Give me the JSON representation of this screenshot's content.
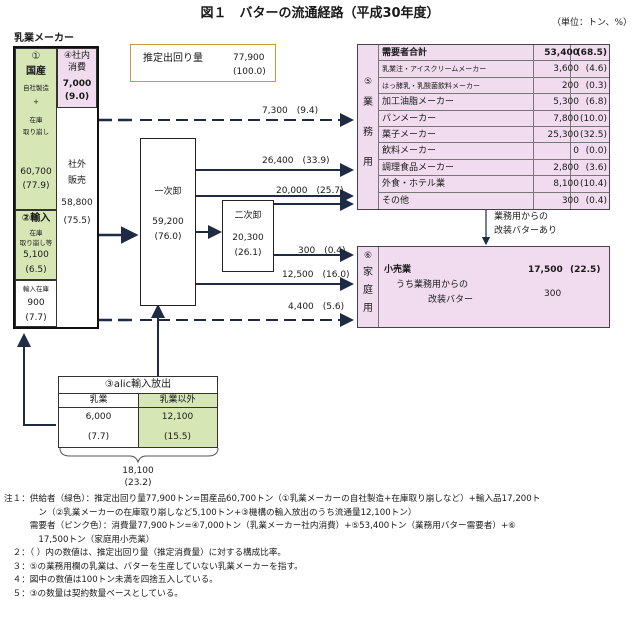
{
  "title": "図１　バターの流通経路（平成30年度）",
  "unit": "（単位：トン、%）",
  "dairy_maker_label": "乳業メーカー",
  "domestic": {
    "num": "①",
    "name": "国産",
    "sub1": "自社製造",
    "plus": "+",
    "sub2": "在庫",
    "sub3": "取り崩し",
    "value": "60,700",
    "pct": "(77.9)"
  },
  "imported": {
    "num": "②輸入",
    "sub1": "在庫",
    "sub2": "取り崩し等",
    "value": "5,100",
    "pct": "(6.5)"
  },
  "import_stock": {
    "label1": "輸入在庫",
    "value": "900",
    "pct": "(7.7)"
  },
  "in_house": {
    "num": "④社内",
    "label": "消費",
    "value": "7,000",
    "pct": "(9.0)"
  },
  "outside_sales": {
    "l1": "社外",
    "l2": "販売",
    "value": "58,800",
    "pct": "(75.5)"
  },
  "estimated": {
    "label": "推定出回り量",
    "value": "77,900",
    "pct": "(100.0)"
  },
  "primary": {
    "label": "一次卸",
    "value": "59,200",
    "pct": "(76.0)"
  },
  "secondary": {
    "label": "二次卸",
    "value": "20,300",
    "pct": "(26.1)"
  },
  "flows": {
    "f1": "7,300　(9.4)",
    "f2": "26,400　(33.9)",
    "f3": "20,000　(25.7)",
    "f4": "300　(0.4)",
    "f5": "12,500　(16.0)",
    "f6": "4,400　(5.6)"
  },
  "business": {
    "num": "⑤",
    "vlabel": [
      "業",
      "務",
      "用"
    ],
    "rows": [
      {
        "name": "需要者合計",
        "value": "53,400",
        "pct": "(68.5)",
        "bold": true
      },
      {
        "name": "乳業注・アイスクリームメーカー",
        "value": "3,600",
        "pct": "(4.6)"
      },
      {
        "name": "はっ酵乳・乳酸菌飲料メーカー",
        "value": "200",
        "pct": "(0.3)"
      },
      {
        "name": "加工油脂メーカー",
        "value": "5,300",
        "pct": "(6.8)"
      },
      {
        "name": "パンメーカー",
        "value": "7,800",
        "pct": "(10.0)"
      },
      {
        "name": "菓子メーカー",
        "value": "25,300",
        "pct": "(32.5)"
      },
      {
        "name": "飲料メーカー",
        "value": "0",
        "pct": "(0.0)"
      },
      {
        "name": "調理食品メーカー",
        "value": "2,800",
        "pct": "(3.6)"
      },
      {
        "name": "外食・ホテル業",
        "value": "8,100",
        "pct": "(10.4)"
      },
      {
        "name": "その他",
        "value": "300",
        "pct": "(0.4)"
      }
    ]
  },
  "repack_note": [
    "業務用からの",
    "改装バターあり"
  ],
  "household": {
    "num": "⑥",
    "vlabel": [
      "家",
      "庭",
      "用"
    ],
    "retail": "小売業",
    "retail_value": "17,500",
    "retail_pct": "(22.5)",
    "sub1": "うち業務用からの",
    "sub2": "改装バター",
    "sub_value": "300"
  },
  "alic": {
    "title": "③alic輸入放出",
    "col1": "乳業",
    "col2": "乳業以外",
    "v1": "6,000",
    "v2": "12,100",
    "p1": "(7.7)",
    "p2": "(15.5)"
  },
  "alic_total": {
    "value": "18,100",
    "pct": "(23.2)"
  },
  "notes": [
    "注１：供給者（緑色）：推定出回り量77,900トン=国産品60,700トン（①乳業メーカーの自社製造+在庫取り崩しなど）+輸入品17,200ト",
    "　　　　ン（②乳業メーカーの在庫取り崩しなど5,100トン+③機構の輸入放出のうち流通量12,100トン）",
    "　　　需要者（ピンク色）：消費量77,900トン=④7,000トン（乳業メーカー社内消費）+⑤53,400トン（業務用バター需要者）+⑥",
    "　　　　17,500トン（家庭用小売業）",
    "　２：（ ）内の数値は、推定出回り量（推定消費量）に対する構成比率。",
    "　３：⑤の業務用欄の乳業は、バターを生産していない乳業メーカーを指す。",
    "　４：図中の数値は100トン未満を四捨五入している。",
    "　５：③の数量は契約数量ベースとしている。"
  ]
}
